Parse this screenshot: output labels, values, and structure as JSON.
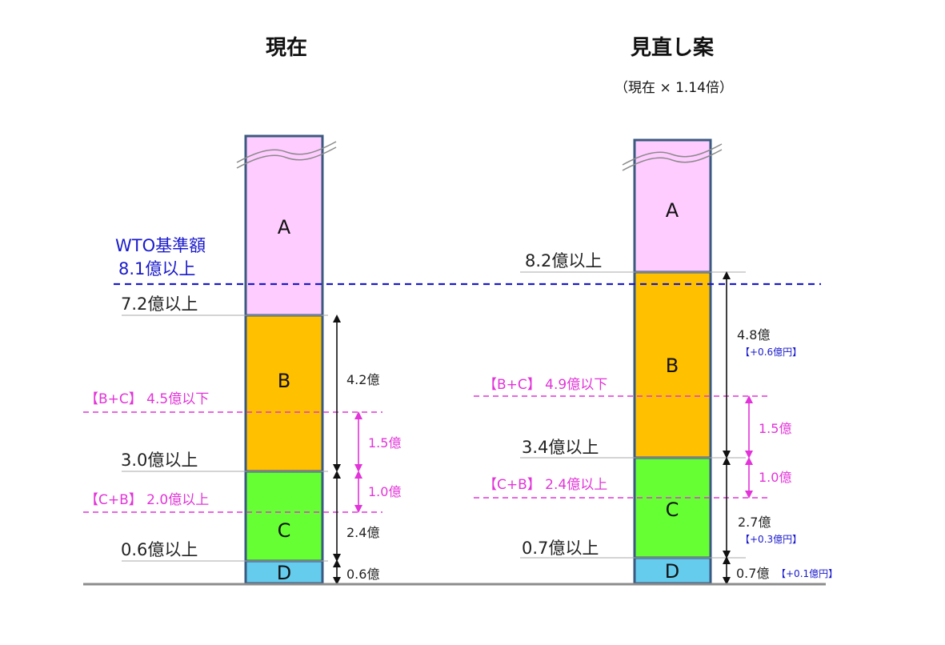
{
  "current": {
    "title": "現在",
    "segments": {
      "a": "A",
      "b": "B",
      "c": "C",
      "d": "D"
    },
    "thresholds": {
      "a": "7.2億以上",
      "b": "3.0億以上",
      "c": "0.6億以上"
    },
    "wto": {
      "line1": "WTO基準額",
      "line2": "8.1億以上"
    },
    "bc_limit": "【B+C】 4.5億以下",
    "cb_limit": "【C+B】 2.0億以上",
    "ranges": {
      "b": "4.2億",
      "c": "2.4億",
      "d": "0.6億"
    },
    "pink_ranges": {
      "upper": "1.5億",
      "lower": "1.0億"
    }
  },
  "proposed": {
    "title": "見直し案",
    "subtitle": "（現在 × 1.14倍）",
    "segments": {
      "a": "A",
      "b": "B",
      "c": "C",
      "d": "D"
    },
    "thresholds": {
      "a": "8.2億以上",
      "b": "3.4億以上",
      "c": "0.7億以上"
    },
    "bc_limit": "【B+C】 4.9億以下",
    "cb_limit": "【C+B】 2.4億以上",
    "ranges": {
      "b": "4.8億",
      "c": "2.7億",
      "d": "0.7億"
    },
    "deltas": {
      "b": "【+0.6億円】",
      "c": "【+0.3億円】",
      "d": "【+0.1億円】"
    },
    "pink_ranges": {
      "upper": "1.5億",
      "lower": "1.0億"
    }
  },
  "colors": {
    "a": "#FFCCFF",
    "b": "#FFC000",
    "c": "#66FF33",
    "d": "#66CCEE",
    "border": "#3B5A80",
    "wto_line": "#1a1acc",
    "pink": "#e234d8"
  }
}
